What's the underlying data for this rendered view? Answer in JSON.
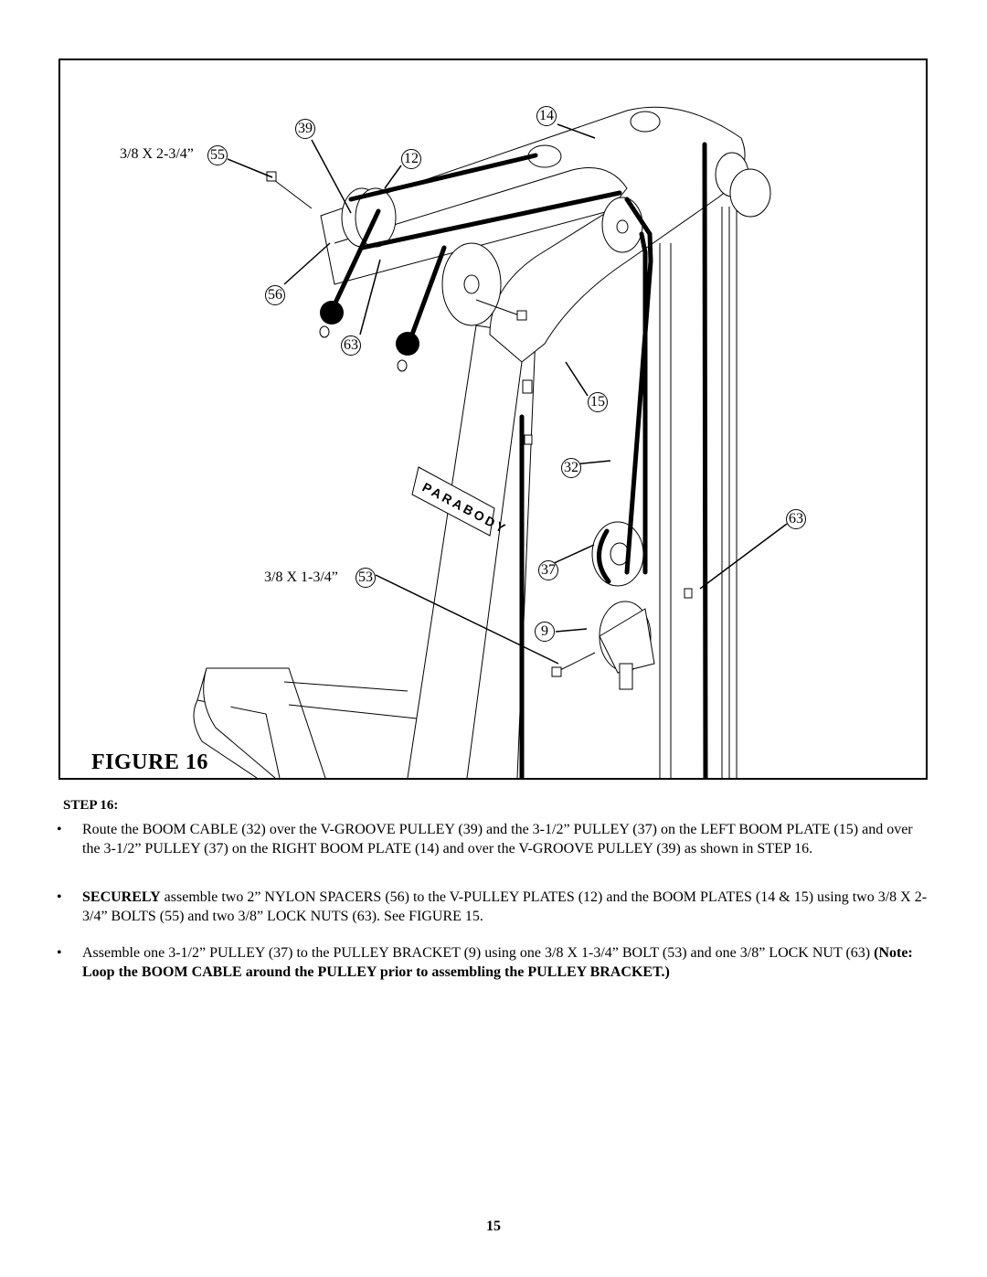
{
  "figure": {
    "caption": "FIGURE 16",
    "brand_logo_text": "PARABODY",
    "size_labels": {
      "bolt_55": "3/8 X 2-3/4”",
      "bolt_53": "3/8 X 1-3/4”"
    },
    "callouts": {
      "c39": "39",
      "c14": "14",
      "c55": "55",
      "c12": "12",
      "c56": "56",
      "c63a": "63",
      "c15": "15",
      "c32": "32",
      "c63b": "63",
      "c53": "53",
      "c37": "37",
      "c9": "9"
    }
  },
  "step": {
    "heading": "STEP 16:",
    "bullet_glyph": "•",
    "instructions": [
      {
        "text": "Route the BOOM CABLE (32) over the V-GROOVE PULLEY (39) and the 3-1/2” PULLEY (37) on the LEFT BOOM PLATE (15) and over the 3-1/2” PULLEY (37) on the RIGHT BOOM PLATE (14) and over the V-GROOVE PULLEY (39) as shown in STEP 16."
      },
      {
        "lead_bold": "SECURELY",
        "text": " assemble two 2” NYLON SPACERS (56) to the V-PULLEY PLATES (12) and the BOOM PLATES (14 & 15) using two 3/8 X 2-3/4”  BOLTS (55) and two 3/8” LOCK NUTS (63). See FIGURE 15."
      },
      {
        "text": "Assemble one 3-1/2” PULLEY (37) to the PULLEY BRACKET (9) using one 3/8 X 1-3/4” BOLT (53) and one 3/8” LOCK NUT (63) ",
        "note_bold": "(Note: Loop the BOOM CABLE around the PULLEY prior to assembling the PULLEY BRACKET.)"
      }
    ]
  },
  "page_number": "15"
}
